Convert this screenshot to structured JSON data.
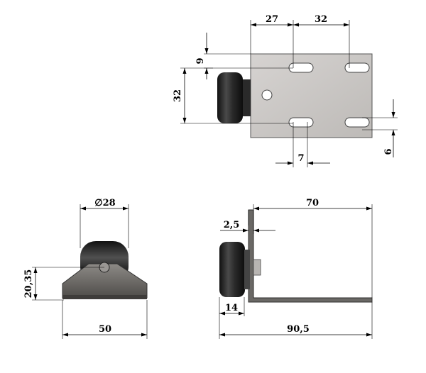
{
  "figure": {
    "colors": {
      "plate": "#c9c6c4",
      "plate_edge": "#555555",
      "roller_dark": "#1e1e1e",
      "roller_mid": "#3c3c3c",
      "bracket_dark": "#5a5855",
      "bracket_light": "#8d8a86"
    },
    "top_view": {
      "dim_slot_spacing_first": "27",
      "dim_slot_spacing_second": "32",
      "dim_top_offset": "9",
      "dim_vertical_spacing": "32",
      "dim_slot_width": "7",
      "dim_slot_height": "6"
    },
    "front_view": {
      "dim_roller_diameter": "∅28",
      "dim_axle_height": "20,35",
      "dim_base_width": "50"
    },
    "side_view": {
      "dim_height": "70",
      "dim_plate_thickness": "2,5",
      "dim_roller_width": "14",
      "dim_total_length": "90,5"
    }
  }
}
